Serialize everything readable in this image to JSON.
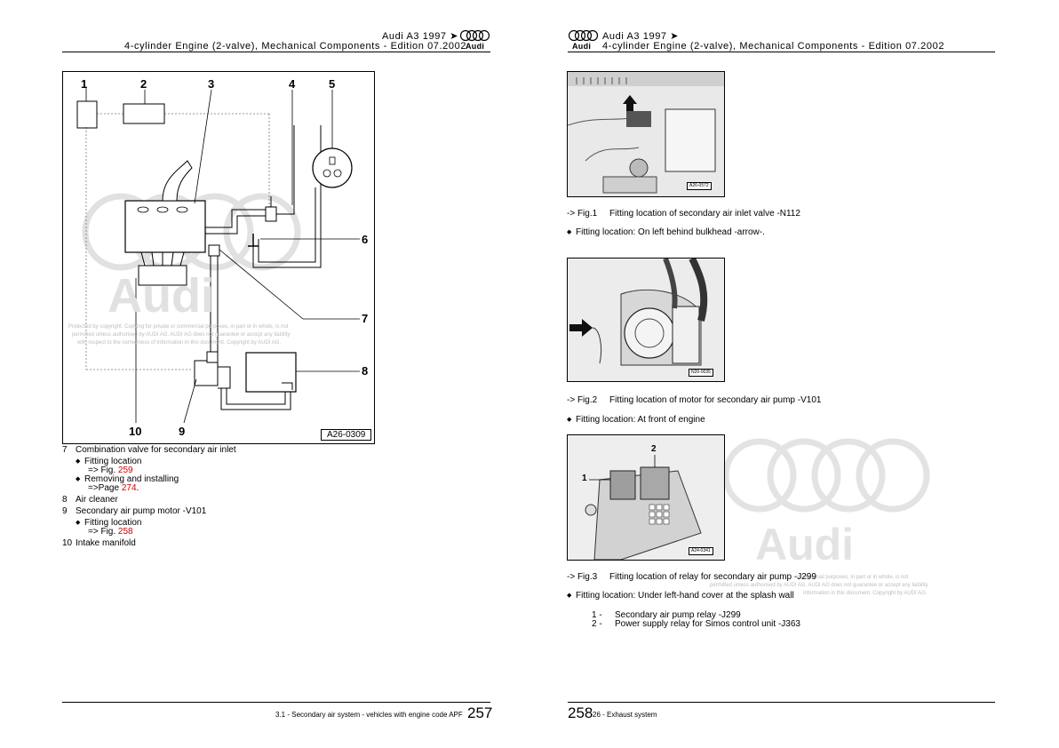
{
  "left_page": {
    "header": {
      "title": "Audi A3 1997 ➤",
      "subtitle": "4-cylinder Engine (2-valve), Mechanical Components - Edition 07.2002",
      "logo_word": "Audi"
    },
    "diagram": {
      "labels": [
        "1",
        "2",
        "3",
        "4",
        "5",
        "6",
        "7",
        "8",
        "10",
        "9"
      ],
      "code": "A26-0309",
      "watermark_word": "Audi",
      "watermark_text": [
        "Protected by copyright. Copying for private or commercial purposes, in part or in whole, is not",
        "permitted unless authorised by AUDI AG. AUDI AG does not guarantee or accept any liability",
        "with respect to the correctness of information in this document. Copyright by AUDI AG."
      ]
    },
    "legend": {
      "item7": {
        "num": "7",
        "text": "Combination valve for secondary air inlet"
      },
      "item7_b1": "Fitting location",
      "item7_b1_ref_prefix": "=> Fig.",
      "item7_b1_ref": "259",
      "item7_b2": "Removing and installing",
      "item7_b2_ref_prefix": "=>Page",
      "item7_b2_ref": "274",
      "item7_b2_ref_suffix": ".",
      "item8": {
        "num": "8",
        "text": "Air cleaner"
      },
      "item9": {
        "num": "9",
        "text": "Secondary air pump motor -V101"
      },
      "item9_b1": "Fitting location",
      "item9_b1_ref_prefix": "=> Fig.",
      "item9_b1_ref": "258",
      "item10": {
        "num": "10",
        "text": "Intake manifold"
      }
    },
    "footer": {
      "text": "3.1 - Secondary air system - vehicles with engine code APF",
      "page": "257"
    }
  },
  "right_page": {
    "header": {
      "title": "Audi A3 1997 ➤",
      "subtitle": "4-cylinder Engine (2-valve), Mechanical Components - Edition 07.2002",
      "logo_word": "Audi"
    },
    "figures": [
      {
        "code": "A26-0572",
        "caption_ref": "-> Fig.1",
        "caption": "Fitting location of secondary air inlet valve -N112",
        "bullet": "Fitting location: On left behind bulkhead -arrow-."
      },
      {
        "code": "N26-0035",
        "caption_ref": "-> Fig.2",
        "caption": "Fitting location of motor for secondary air pump -V101",
        "bullet": "Fitting location: At front of engine"
      },
      {
        "code": "A24-0341",
        "caption_ref": "-> Fig.3",
        "caption": "Fitting location of relay for secondary air pump -J299",
        "bullet": "Fitting location: Under left-hand cover at the splash wall",
        "labels": [
          "2",
          "1"
        ]
      }
    ],
    "relay_list": [
      {
        "num": "1 -",
        "text": "Secondary air pump relay -J299"
      },
      {
        "num": "2 -",
        "text": "Power supply relay for Simos control unit -J363"
      }
    ],
    "watermark_word": "Audi",
    "watermark_text": [
      "commercial purposes, in part or in whole, is not",
      "permitted unless authorised by AUDI AG. AUDI AG does not guarantee or accept any liability",
      "information in this document. Copyright by AUDI AG."
    ],
    "footer": {
      "page": "258",
      "text": "26 - Exhaust system"
    }
  }
}
